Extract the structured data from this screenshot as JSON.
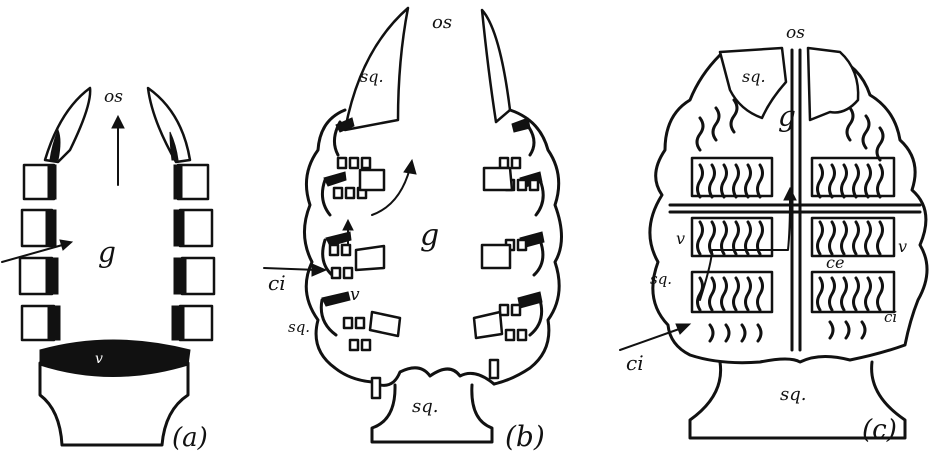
{
  "figure": {
    "panels": [
      {
        "id": "a",
        "caption": "(a)",
        "labels": {
          "os": "os",
          "g": "g",
          "v": "v"
        }
      },
      {
        "id": "b",
        "caption": "(b)",
        "labels": {
          "os": "os",
          "sq_top": "sq.",
          "g": "g",
          "ci": "ci",
          "v": "v",
          "sq_side": "sq.",
          "sq_base": "sq."
        }
      },
      {
        "id": "c",
        "caption": "(c)",
        "labels": {
          "os": "os",
          "sq_top": "sq.",
          "g": "g",
          "v_left": "v",
          "sq_left": "sq.",
          "ce": "ce",
          "v_right": "v",
          "ci_right": "ci",
          "ci_arrow": "ci",
          "sq_base": "sq."
        }
      }
    ]
  }
}
